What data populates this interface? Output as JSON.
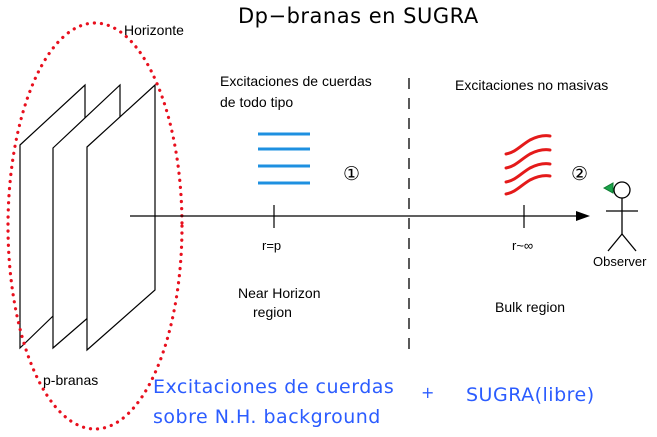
{
  "title": "Dp−branas en SUGRA",
  "labels": {
    "horizonte": "Horizonte",
    "excitaciones_cuerdas": "Excitaciones de cuerdas",
    "de_todo_tipo": "de todo tipo",
    "excitaciones_no_masivas": "Excitaciones no masivas",
    "region1_marker": "①",
    "region2_marker": "②",
    "r_p": "r=p",
    "r_inf": "r~∞",
    "observer": "Observer",
    "near_horizon": "Near Horizon",
    "region": "region",
    "bulk_region": "Bulk region",
    "p_branas": "p-branas"
  },
  "annotations": {
    "excitaciones_sobre": "Excitaciones de cuerdas",
    "plus": "+",
    "sobre_nh": "sobre N.H. background",
    "sugra_libre": "SUGRA(libre)"
  },
  "colors": {
    "horizon_circle": "#e8101e",
    "open_strings": "#1e90e0",
    "closed_strings": "#e41a1a",
    "annotation_blue": "#2b5cff",
    "eye_green": "#1aa34a",
    "ink": "#000000"
  }
}
